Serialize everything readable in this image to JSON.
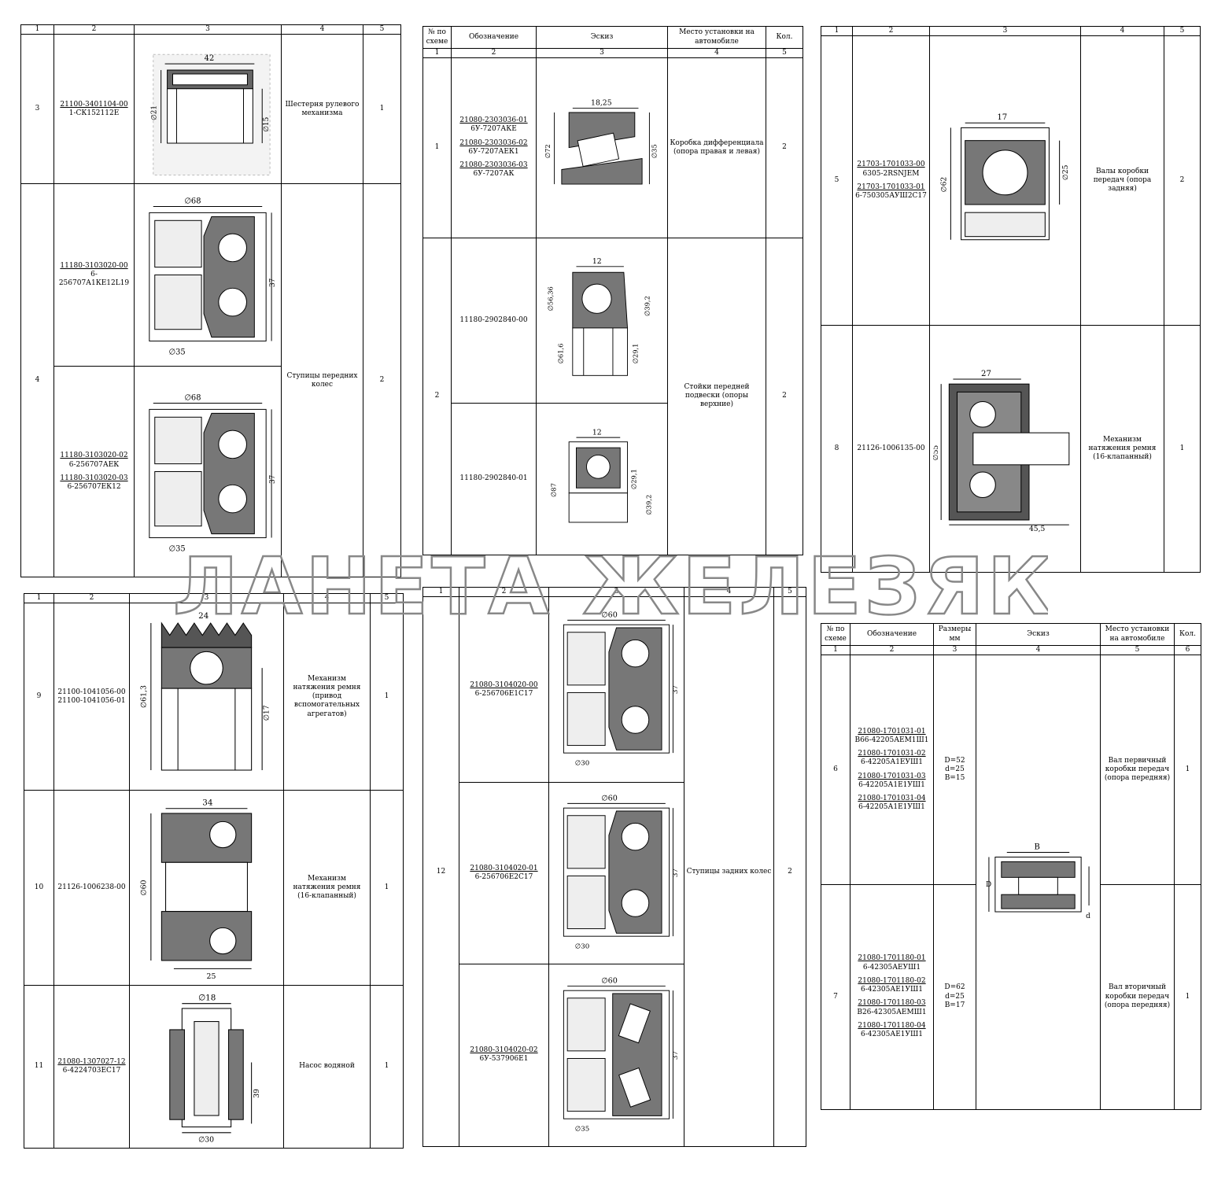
{
  "watermark": "ПЛАНЕТА ЖЕЛЕЗЯКА",
  "header_labels": {
    "scheme_no": "№ по схеме",
    "designation": "Обозначение",
    "sketch": "Эскиз",
    "location": "Место установки на автомобиле",
    "qty": "Кол.",
    "sizes": "Размеры мм"
  },
  "col_numbers": {
    "c1": "1",
    "c2": "2",
    "c3": "3",
    "c4": "4",
    "c5": "5",
    "c6": "6"
  },
  "table_a": {
    "rows": [
      {
        "no": "3",
        "parts": [
          {
            "u": "21100-3401104-00",
            "s": "1-СК152112Е"
          }
        ],
        "sketch_dims": [
          "42",
          "∅21",
          "∅15"
        ],
        "location": "Шестерня рулевого механизма",
        "qty": "1"
      },
      {
        "no": "4",
        "parts_a": [
          {
            "u": "11180-3103020-00",
            "s": "6-256707А1КЕ12L19"
          }
        ],
        "sketch_a_dims": [
          "∅68",
          "37",
          "∅35"
        ],
        "parts_b": [
          {
            "u": "11180-3103020-02",
            "s": "6-256707АЕК"
          },
          {
            "u": "11180-3103020-03",
            "s": "6-256707ЕК12"
          }
        ],
        "sketch_b_dims": [
          "∅68",
          "37",
          "∅35"
        ],
        "location": "Ступицы передних колес",
        "qty": "2"
      }
    ]
  },
  "table_b": {
    "rows": [
      {
        "no": "1",
        "parts": [
          {
            "u": "21080-2303036-01",
            "s": "6У-7207АКЕ"
          },
          {
            "u": "21080-2303036-02",
            "s": "6У-7207АЕК1"
          },
          {
            "u": "21080-2303036-03",
            "s": "6У-7207АК"
          }
        ],
        "sketch_dims": [
          "18,25",
          "∅72",
          "∅35"
        ],
        "location": "Коробка дифференциала (опора правая и левая)",
        "qty": "2"
      },
      {
        "no": "2",
        "part_a": "11180-2902840-00",
        "sketch_a_dims": [
          "12",
          "∅56,36",
          "∅61,6",
          "∅39,2",
          "∅29,1"
        ],
        "part_b": "11180-2902840-01",
        "sketch_b_dims": [
          "12",
          "∅87",
          "∅29,1",
          "∅39,2"
        ],
        "location": "Стойки передней подвески (опоры верхние)",
        "qty": "2"
      }
    ]
  },
  "table_c": {
    "rows": [
      {
        "no": "5",
        "parts": [
          {
            "u": "21703-1701033-00",
            "s": "6305-2RSNJEM"
          },
          {
            "u": "21703-1701033-01",
            "s": "6-750305АУШ2С17"
          }
        ],
        "sketch_dims": [
          "17",
          "∅62",
          "∅25"
        ],
        "location": "Валы коробки передач (опора задняя)",
        "qty": "2"
      },
      {
        "no": "8",
        "part": "21126-1006135-00",
        "sketch_dims": [
          "27",
          "∅55",
          "45,5"
        ],
        "location": "Механизм натяжения ремня (16-клапанный)",
        "qty": "1"
      }
    ]
  },
  "table_d": {
    "rows": [
      {
        "no": "9",
        "parts": [
          {
            "u": "",
            "s": "21100-1041056-00"
          },
          {
            "u": "",
            "s": "21100-1041056-01"
          }
        ],
        "sketch_dims": [
          "24",
          "∅61,3",
          "∅17"
        ],
        "location": "Механизм натяжения ремня (привод вспомогательных агрегатов)",
        "qty": "1"
      },
      {
        "no": "10",
        "part": "21126-1006238-00",
        "sketch_dims": [
          "34",
          "∅60",
          "25"
        ],
        "location": "Механизм натяжения ремня (16-клапанный)",
        "qty": "1"
      },
      {
        "no": "11",
        "parts": [
          {
            "u": "21080-1307027-12",
            "s": "6-4224703ЕС17"
          }
        ],
        "sketch_dims": [
          "∅18",
          "39",
          "∅30"
        ],
        "location": "Насос водяной",
        "qty": "1"
      }
    ]
  },
  "table_e": {
    "no": "12",
    "location": "Ступицы задних колес",
    "qty": "2",
    "items": [
      {
        "parts": [
          {
            "u": "21080-3104020-00",
            "s": "6-256706Е1С17"
          }
        ],
        "sketch_dims": [
          "∅60",
          "37",
          "∅30"
        ]
      },
      {
        "parts": [
          {
            "u": "21080-3104020-01",
            "s": "6-256706Е2С17"
          }
        ],
        "sketch_dims": [
          "∅60",
          "37",
          "∅30"
        ]
      },
      {
        "parts": [
          {
            "u": "21080-3104020-02",
            "s": "6У-537906Е1"
          }
        ],
        "sketch_dims": [
          "∅60",
          "37",
          "∅35"
        ]
      }
    ]
  },
  "table_f": {
    "sketch_dims": [
      "B",
      "D",
      "d"
    ],
    "rows": [
      {
        "no": "6",
        "parts": [
          {
            "u": "21080-1701031-01",
            "s": "В66-42205АЕМ1Ш1"
          },
          {
            "u": "21080-1701031-02",
            "s": "6-42205А1ЕУШ1"
          },
          {
            "u": "21080-1701031-03",
            "s": "6-42205А1Е1УШ1"
          },
          {
            "u": "21080-1701031-04",
            "s": "6-42205А1Е1УШ1"
          }
        ],
        "sizes": [
          "D=52",
          "d=25",
          "B=15"
        ],
        "location": "Вал первичный коробки передач (опора передняя)",
        "qty": "1"
      },
      {
        "no": "7",
        "parts": [
          {
            "u": "21080-1701180-01",
            "s": "6-42305АЕУШ1"
          },
          {
            "u": "21080-1701180-02",
            "s": "6-42305АЕ1УШ1"
          },
          {
            "u": "21080-1701180-03",
            "s": "В26-42305АЕМШ1"
          },
          {
            "u": "21080-1701180-04",
            "s": "6-42305АЕ1УШ1"
          }
        ],
        "sizes": [
          "D=62",
          "d=25",
          "B=17"
        ],
        "location": "Вал вторичный коробки передач (опора передняя)",
        "qty": "1"
      }
    ]
  }
}
